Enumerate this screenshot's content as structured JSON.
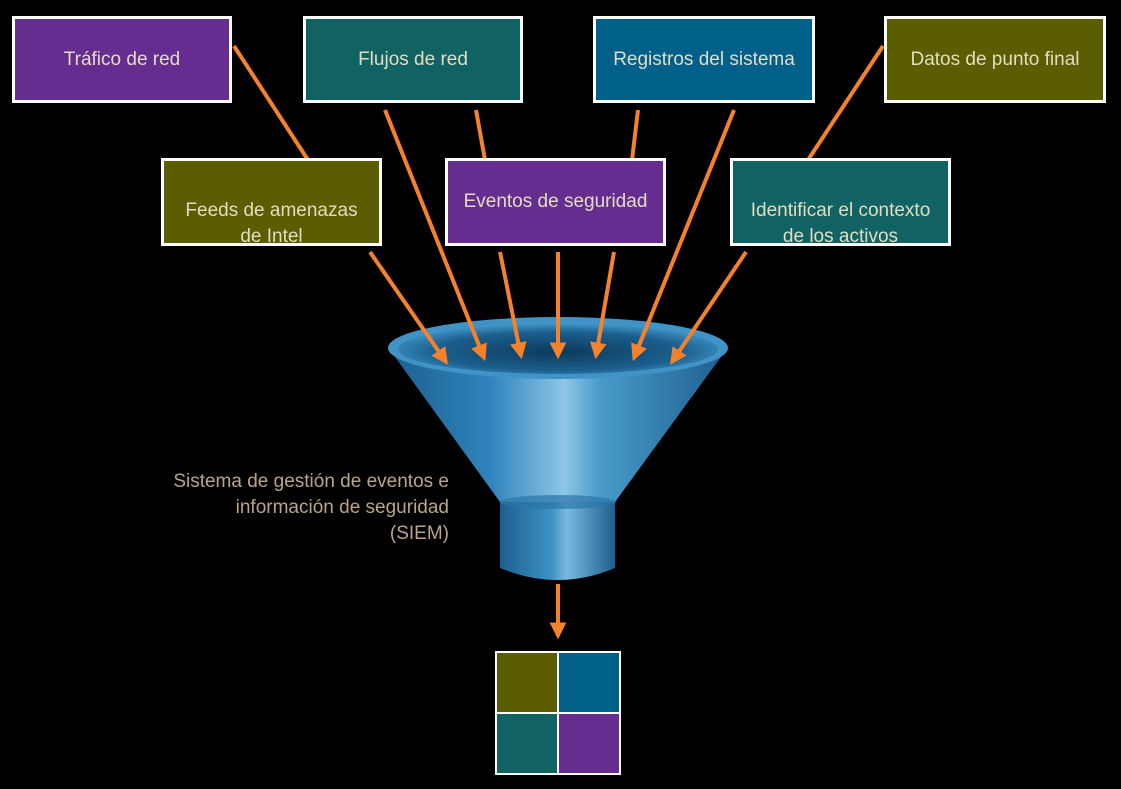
{
  "sources": {
    "trafico": {
      "label": "Tráfico de red",
      "color": "#662d91"
    },
    "flujos": {
      "label": "Flujos de red",
      "color": "#116262"
    },
    "registros": {
      "label": "Registros del sistema",
      "color": "#00608a"
    },
    "datos": {
      "label": "Datos de punto final",
      "color": "#5b5e00"
    },
    "feeds": {
      "label": "Feeds de amenazas\nde Intel",
      "color": "#5b5e00"
    },
    "eventos": {
      "label": "Eventos de seguridad",
      "color": "#662d91"
    },
    "contexto": {
      "label": "Identificar el contexto\nde los activos",
      "color": "#116262"
    }
  },
  "siem": {
    "line1": "Sistema de gestión de eventos e",
    "line2": "información de seguridad",
    "line3": "(SIEM)"
  },
  "output": {
    "colors": [
      "#5b5e00",
      "#00608a",
      "#116262",
      "#662d91"
    ]
  },
  "palette": {
    "arrow": "#f5822a",
    "funnel": "#2f7fb4",
    "background": "#000000"
  }
}
